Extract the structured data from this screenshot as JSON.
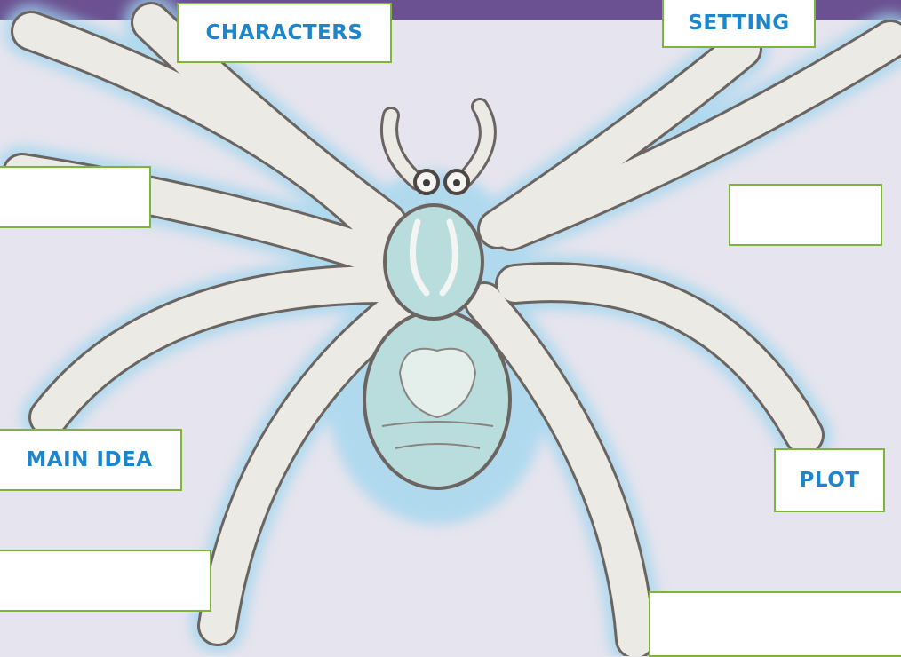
{
  "labels": {
    "characters": "CHARACTERS",
    "setting": "SETTING",
    "main_idea": "MAIN IDEA",
    "plot": "PLOT"
  },
  "colors": {
    "top_bar": "#6b5191",
    "background": "#e6e4ee",
    "box_border": "#7db43b",
    "label_text": "#1b86cc",
    "spider_body": "#b9dcdc",
    "spider_legs": "#eceae4",
    "spider_outline": "#6b6460"
  }
}
